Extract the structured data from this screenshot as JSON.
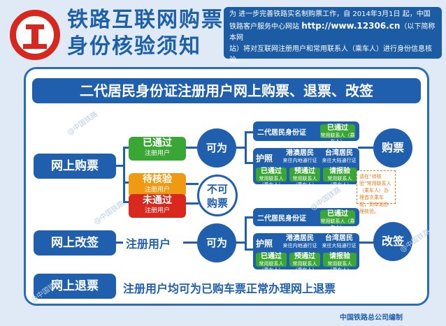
{
  "header": {
    "title_line1": "铁路互联网购票",
    "title_line2": "身份核验须知",
    "notice_line1": "为 进一步完善铁路实名制购票工作，自 2014年3月1日 起，中国",
    "notice_line2_pre": "铁路客户服务中心网站 ",
    "notice_url": "http://www.12306.cn",
    "notice_line2_post": "（以下简称本网",
    "notice_line3": "站）将对互联网注册用户和常用联系人（乘车人）进行身份信息核验。"
  },
  "banner": "二代居民身份证注册用户网上购票、退票、改签",
  "purchase": {
    "label": "网上购票",
    "passed": {
      "title": "已通过",
      "sub": "注册用户"
    },
    "pending": {
      "title": "待核验",
      "sub": "注册用户"
    },
    "failed": {
      "title": "未通过",
      "sub": "注册用户"
    },
    "can": "可为",
    "cannot": "不可购票",
    "result": "购票",
    "id_card": "二代居民身份证",
    "id_tag": {
      "a": "已通过",
      "b": "常用联系人（乘车人）"
    },
    "passport": "护照",
    "hk_macau": {
      "a": "港澳居民",
      "b": "来往内地通行证"
    },
    "taiwan": {
      "a": "台湾居民",
      "b": "来往大陆通行证"
    },
    "tags": [
      {
        "a": "已通过",
        "b": "常用联系人（乘车人）"
      },
      {
        "a": "预通过",
        "b": "常用联系人（乘车人）"
      },
      {
        "a": "请报验",
        "b": "常用联系人（乘车人）"
      }
    ]
  },
  "note": "请在“待核验”常用联系人（乘车人）办理首次乘车前，到车站办理核验。",
  "change": {
    "label": "网上改签",
    "user": "注册用户",
    "can": "可为",
    "result": "改签"
  },
  "refund": {
    "label": "网上退票",
    "text": "注册用户均可为已购车票正常办理网上退票"
  },
  "footer": "中国铁路总公司编制",
  "watermark": "@中国铁路"
}
